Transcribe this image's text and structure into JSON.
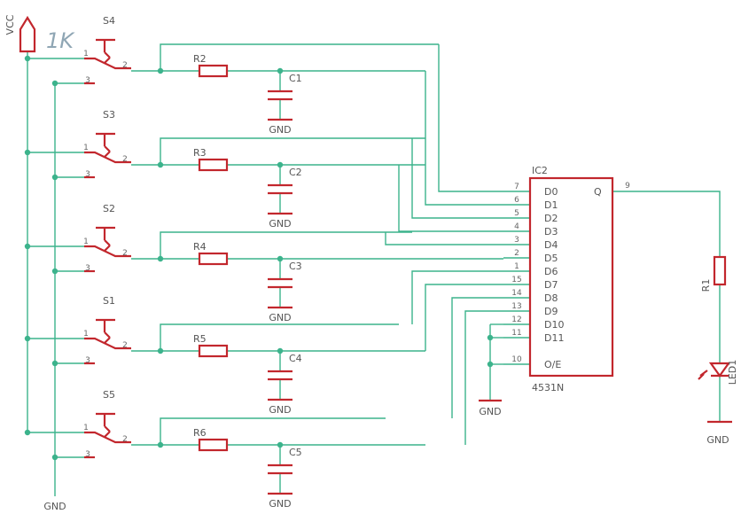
{
  "supply": {
    "vcc": "VCC",
    "gnd": "GND"
  },
  "annotation": "1K",
  "switch_pins": [
    "1",
    "2",
    "3"
  ],
  "rows": [
    {
      "switch": "S4",
      "resistor": "R2",
      "capacitor": "C1",
      "gnd": "GND"
    },
    {
      "switch": "S3",
      "resistor": "R3",
      "capacitor": "C2",
      "gnd": "GND"
    },
    {
      "switch": "S2",
      "resistor": "R4",
      "capacitor": "C3",
      "gnd": "GND"
    },
    {
      "switch": "S1",
      "resistor": "R5",
      "capacitor": "C4",
      "gnd": "GND"
    },
    {
      "switch": "S5",
      "resistor": "R6",
      "capacitor": "C5",
      "gnd": "GND"
    }
  ],
  "ic": {
    "ref": "IC2",
    "part": "4531N",
    "output_pin": {
      "num": "9",
      "name": "Q"
    },
    "pins": [
      {
        "num": "7",
        "name": "D0"
      },
      {
        "num": "6",
        "name": "D1"
      },
      {
        "num": "5",
        "name": "D2"
      },
      {
        "num": "4",
        "name": "D3"
      },
      {
        "num": "3",
        "name": "D4"
      },
      {
        "num": "2",
        "name": "D5"
      },
      {
        "num": "1",
        "name": "D6"
      },
      {
        "num": "15",
        "name": "D7"
      },
      {
        "num": "14",
        "name": "D8"
      },
      {
        "num": "13",
        "name": "D9"
      },
      {
        "num": "12",
        "name": "D10"
      },
      {
        "num": "11",
        "name": "D11"
      },
      {
        "num": "10",
        "name": "O/E"
      }
    ],
    "gnd": "GND"
  },
  "output": {
    "resistor": "R1",
    "led": "LED1",
    "gnd": "GND"
  },
  "colors": {
    "wire": "#3cb38c",
    "symbol": "#c2272d",
    "text": "#555555"
  }
}
